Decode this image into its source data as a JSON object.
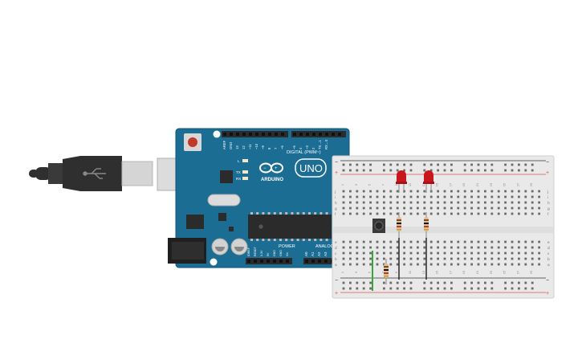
{
  "board": {
    "name": "Arduino Uno",
    "brand": "ARDUINO",
    "model": "UNO",
    "digital_label": "DIGITAL (PWM~)",
    "power_label": "POWER",
    "analog_label": "ANALOG IN",
    "top_pin_labels": [
      "AREF",
      "GND",
      "13",
      "12",
      "~11",
      "~10",
      "~9",
      "8",
      "7",
      "~6",
      "~5",
      "4",
      "~3",
      "2",
      "TX→1",
      "RX←0"
    ],
    "power_pin_labels": [
      "IOREF",
      "RESET",
      "3.3V",
      "5V",
      "GND",
      "GND",
      "Vin"
    ],
    "analog_pin_labels": [
      "A0",
      "A1",
      "A2",
      "A3"
    ],
    "led_labels": [
      "L",
      "TX",
      "RX"
    ],
    "colors": {
      "board": "#1b6d93",
      "board_edge": "#125477",
      "header": "#2b2b2b",
      "reset": "#c0392b"
    }
  },
  "usb_cable": {
    "name": "USB cable",
    "icon": "usb-icon",
    "colors": {
      "plug": "#2f2f2f",
      "metal": "#d5d5d5"
    }
  },
  "breadboard": {
    "name": "Breadboard",
    "row_letters_top": [
      "j",
      "i",
      "h",
      "g",
      "f"
    ],
    "row_letters_bottom": [
      "e",
      "d",
      "c",
      "b",
      "a"
    ],
    "column_numbers": [
      "1",
      "3",
      "5",
      "7",
      "9",
      "11",
      "13",
      "15",
      "17",
      "19",
      "21",
      "23",
      "25",
      "27",
      "29"
    ],
    "rail_signs": {
      "plus": "+",
      "minus": "−"
    },
    "colors": {
      "body": "#e9e9e9",
      "hole": "#6b6b6b",
      "rail_red": "#d9534f",
      "rail_black": "#333333"
    }
  },
  "components": {
    "leds": [
      {
        "name": "LED 1",
        "color": "#c9161d"
      },
      {
        "name": "LED 2",
        "color": "#c9161d"
      }
    ],
    "resistors": [
      {
        "name": "Resistor 1"
      },
      {
        "name": "Resistor 2"
      },
      {
        "name": "Resistor 3"
      }
    ],
    "pushbutton": {
      "name": "Pushbutton"
    },
    "wires": [
      {
        "name": "Wire green",
        "color": "#3aa63a"
      },
      {
        "name": "Wire black 1",
        "color": "#333333"
      },
      {
        "name": "Wire black 2",
        "color": "#333333"
      }
    ]
  }
}
